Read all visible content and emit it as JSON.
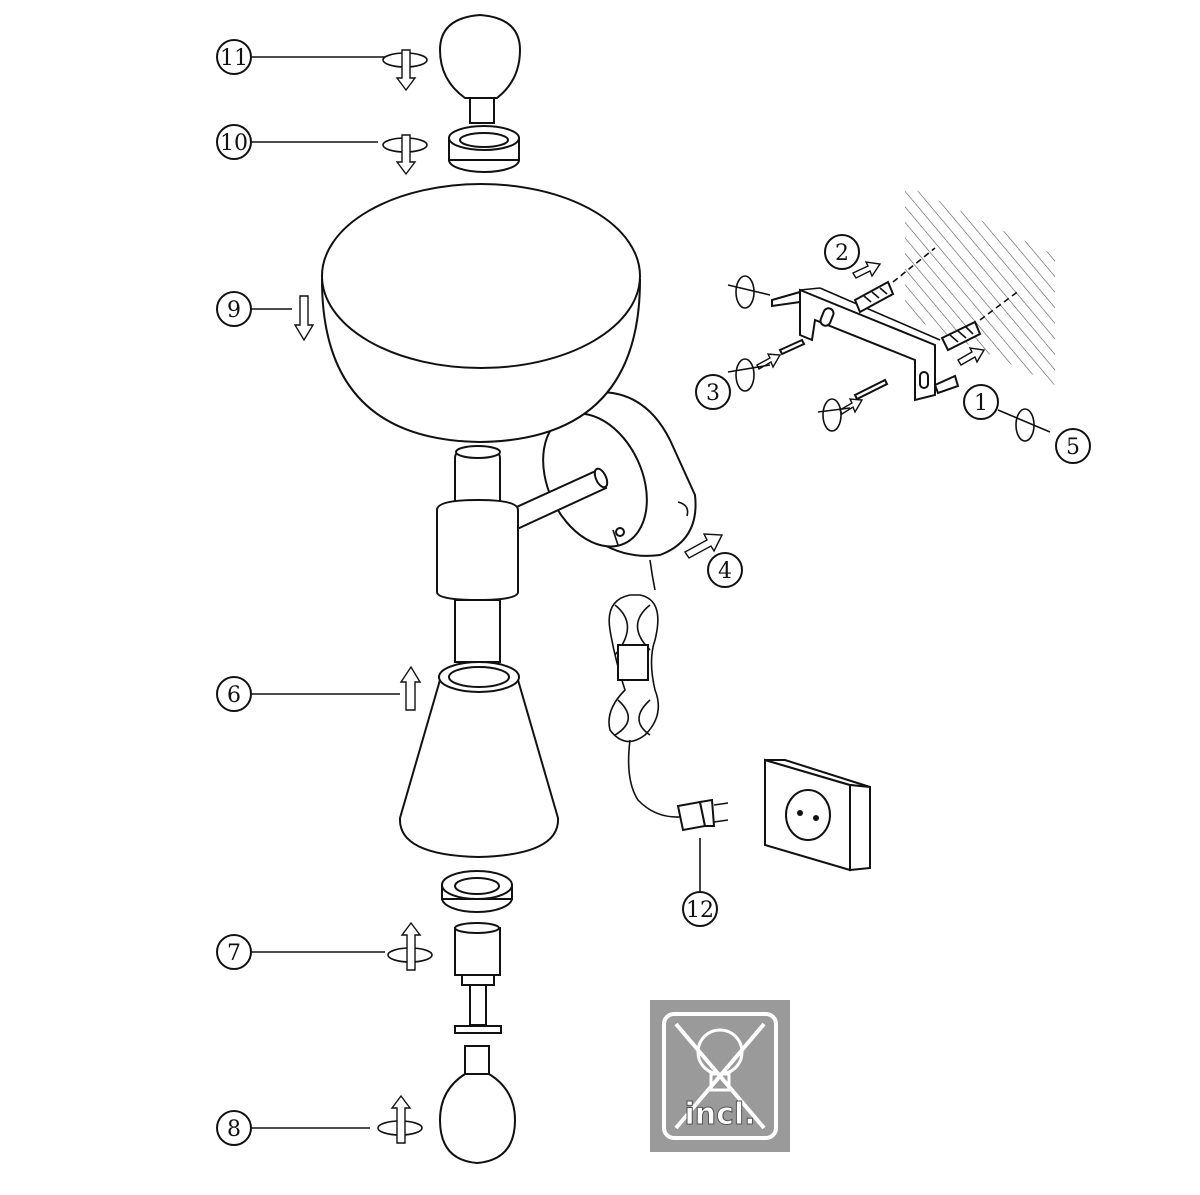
{
  "callouts": [
    {
      "id": "1",
      "label": "1",
      "part": "wall-plug"
    },
    {
      "id": "2",
      "label": "2",
      "part": "wall-plug-insert"
    },
    {
      "id": "3",
      "label": "3",
      "part": "bracket-screw"
    },
    {
      "id": "4",
      "label": "4",
      "part": "canopy-mount"
    },
    {
      "id": "5",
      "label": "5",
      "part": "fix-screw"
    },
    {
      "id": "6",
      "label": "6",
      "part": "lower-shade"
    },
    {
      "id": "7",
      "label": "7",
      "part": "lower-lampholder"
    },
    {
      "id": "8",
      "label": "8",
      "part": "lower-bulb"
    },
    {
      "id": "9",
      "label": "9",
      "part": "upper-shade"
    },
    {
      "id": "10",
      "label": "10",
      "part": "shade-ring"
    },
    {
      "id": "11",
      "label": "11",
      "part": "upper-bulb"
    },
    {
      "id": "12",
      "label": "12",
      "part": "power-plug"
    }
  ],
  "badge": {
    "text": "incl.",
    "meaning": "bulbs-not-included-icon"
  },
  "colors": {
    "line": "#111111",
    "badge_bg": "#9a9a9a",
    "badge_mark": "#ffffff"
  }
}
